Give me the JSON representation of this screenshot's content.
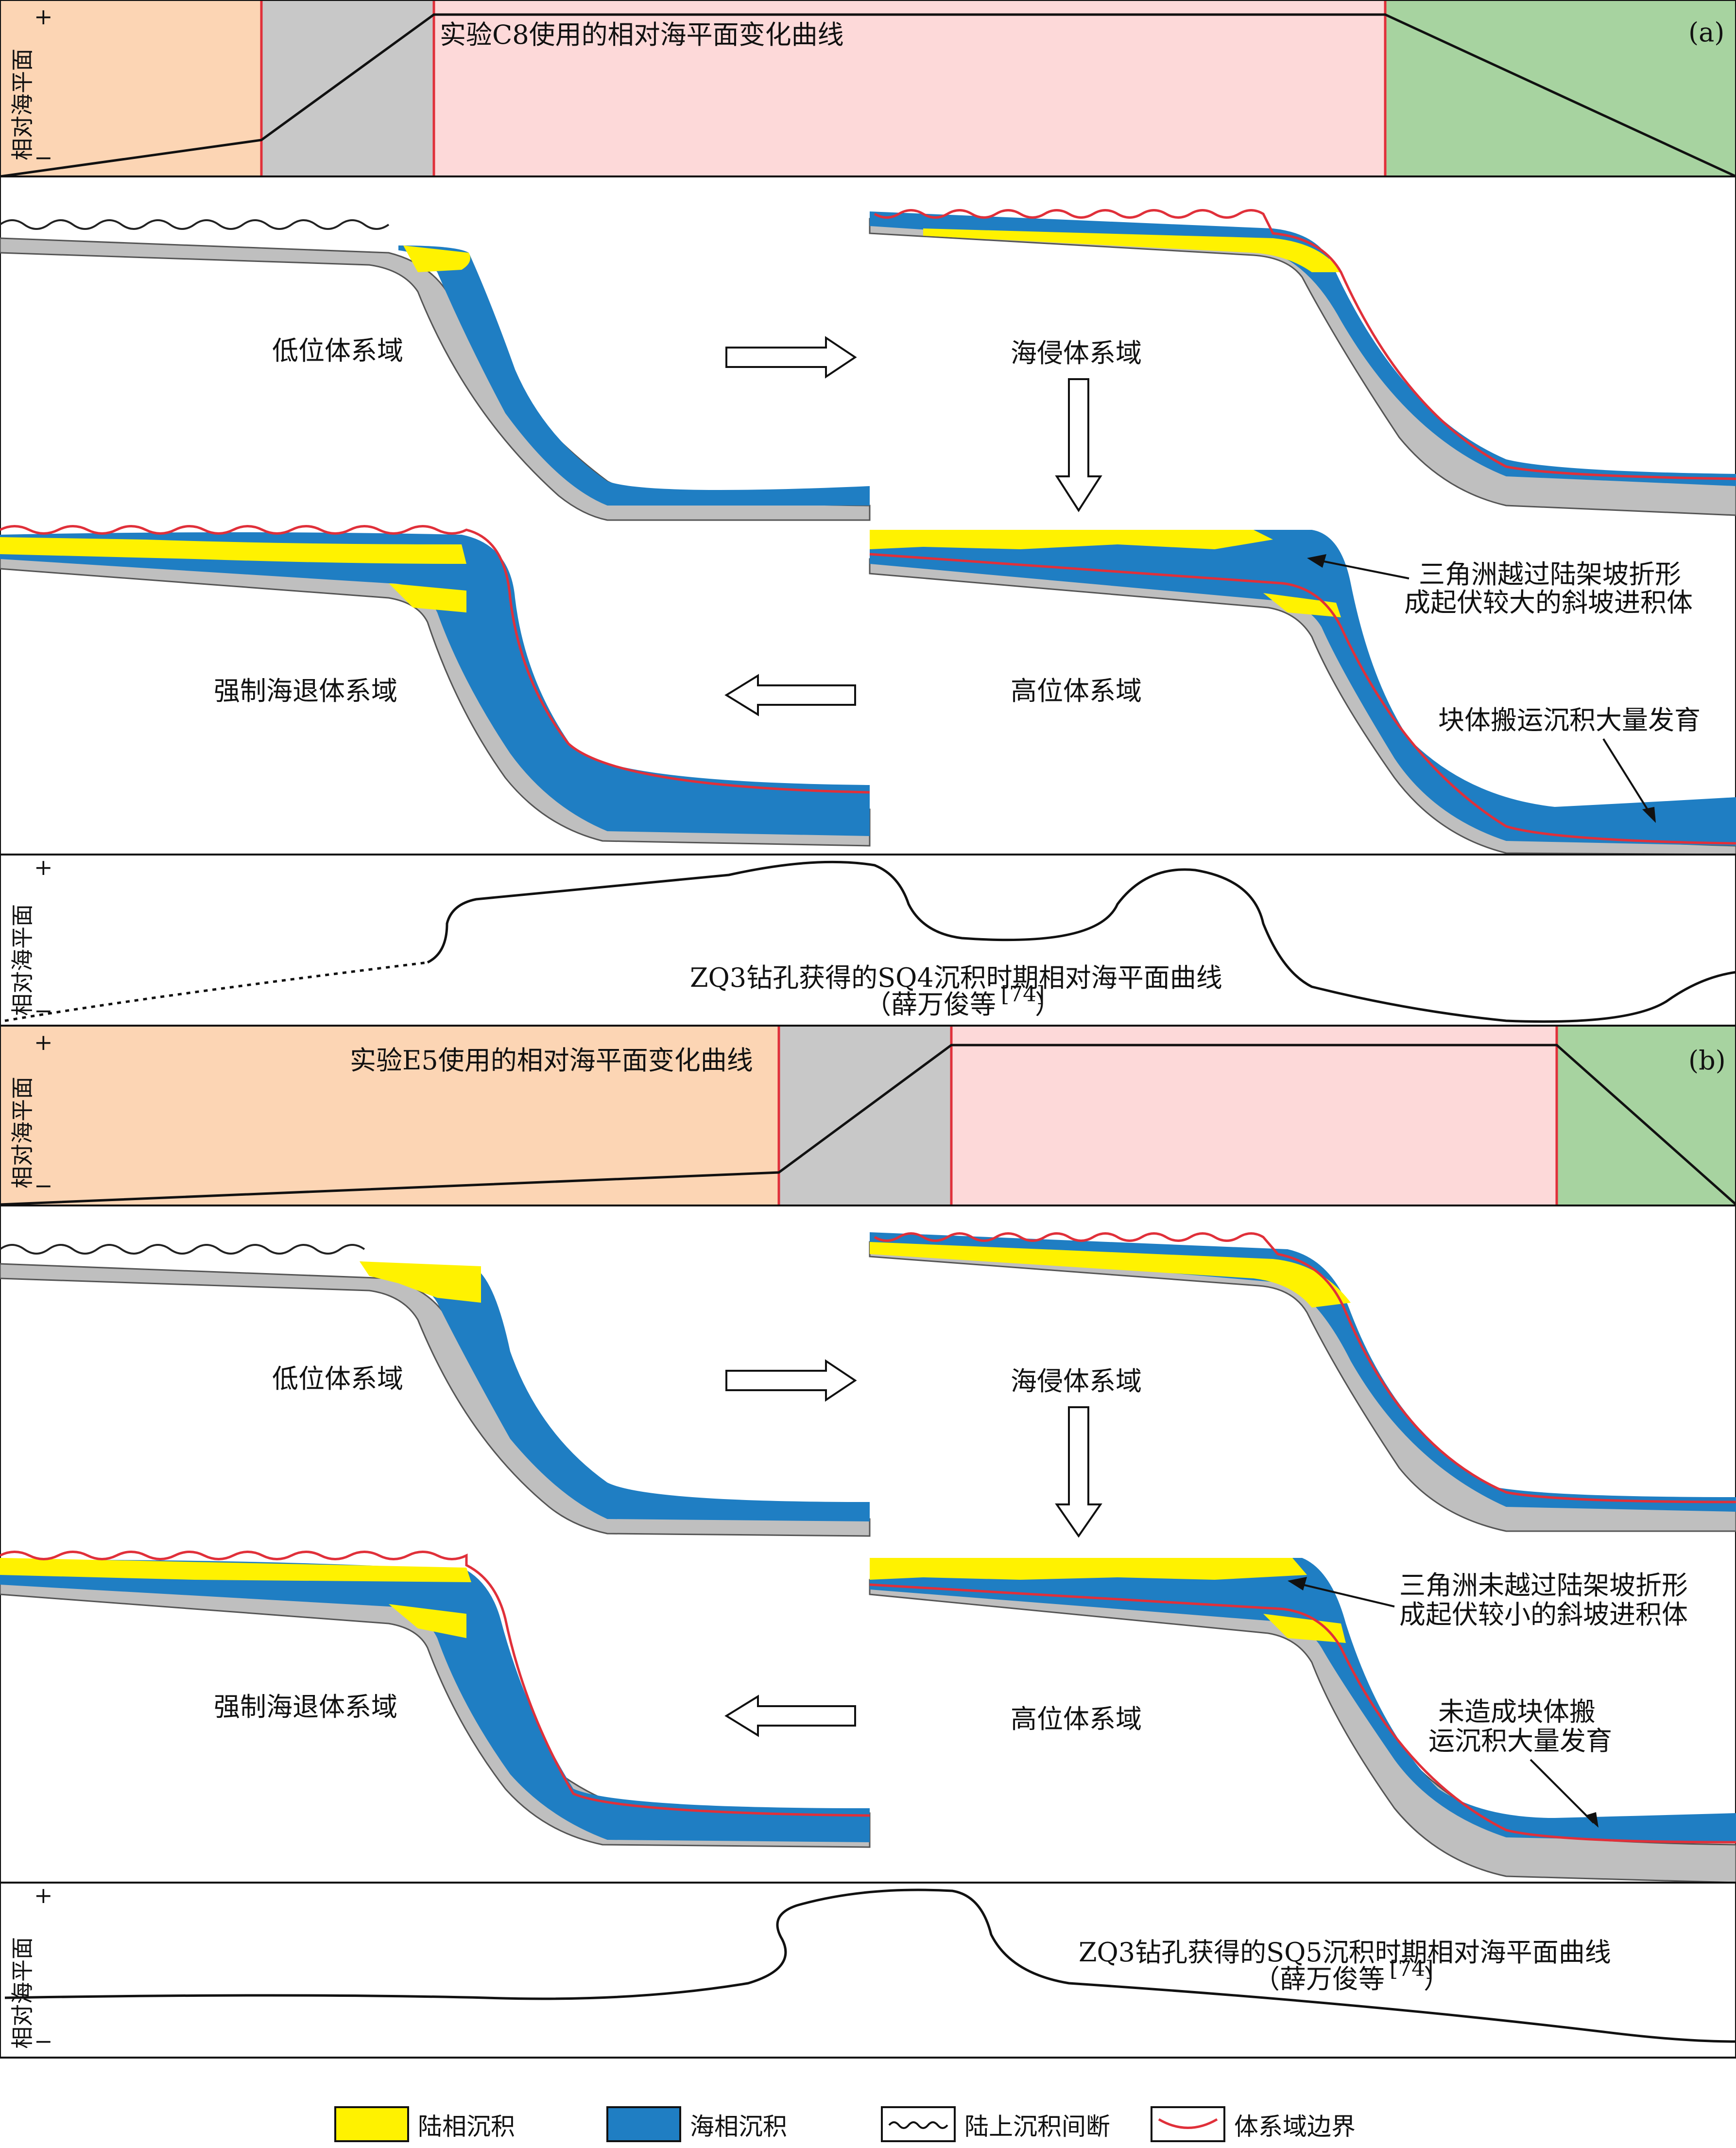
{
  "colors": {
    "lowstand": "#fcd5b4",
    "falling": "#c8c8c8",
    "transgressive": "#fdd9d9",
    "highstand": "#a7d3a0",
    "marine": "#1f7ec3",
    "terrestrial": "#fff200",
    "boundary": "#e0303a",
    "substrate": "#bfbfbf"
  },
  "axis": {
    "label": "相对海平面",
    "plus": "+",
    "minus": "−"
  },
  "panel_a": {
    "letter": "(a)",
    "curve_title": "实验C8使用的相对海平面变化曲线",
    "tract_lowstand": "低位体系域",
    "tract_transgressive": "海侵体系域",
    "tract_forced": "强制海退体系域",
    "tract_highstand": "高位体系域",
    "ann_delta_1": "三角洲越过陆架坡折形",
    "ann_delta_2": "成起伏较大的斜坡进积体",
    "ann_mtd": "块体搬运沉积大量发育",
    "well_1": "ZQ3钻孔获得的SQ4沉积时期相对海平面曲线",
    "well_2": "（薛万俊等",
    "well_ref": "[74]",
    "well_close": "）"
  },
  "panel_b": {
    "letter": "(b)",
    "curve_title": "实验E5使用的相对海平面变化曲线",
    "tract_lowstand": "低位体系域",
    "tract_transgressive": "海侵体系域",
    "tract_forced": "强制海退体系域",
    "tract_highstand": "高位体系域",
    "ann_delta_1": "三角洲未越过陆架坡折形",
    "ann_delta_2": "成起伏较小的斜坡进积体",
    "ann_mtd_1": "未造成块体搬",
    "ann_mtd_2": "运沉积大量发育",
    "well_1": "ZQ3钻孔获得的SQ5沉积时期相对海平面曲线",
    "well_2": "（薛万俊等",
    "well_ref": "[74]",
    "well_close": "）"
  },
  "legend": {
    "terrestrial": "陆相沉积",
    "marine": "海相沉积",
    "hiatus": "陆上沉积间断",
    "boundary": "体系域边界"
  }
}
